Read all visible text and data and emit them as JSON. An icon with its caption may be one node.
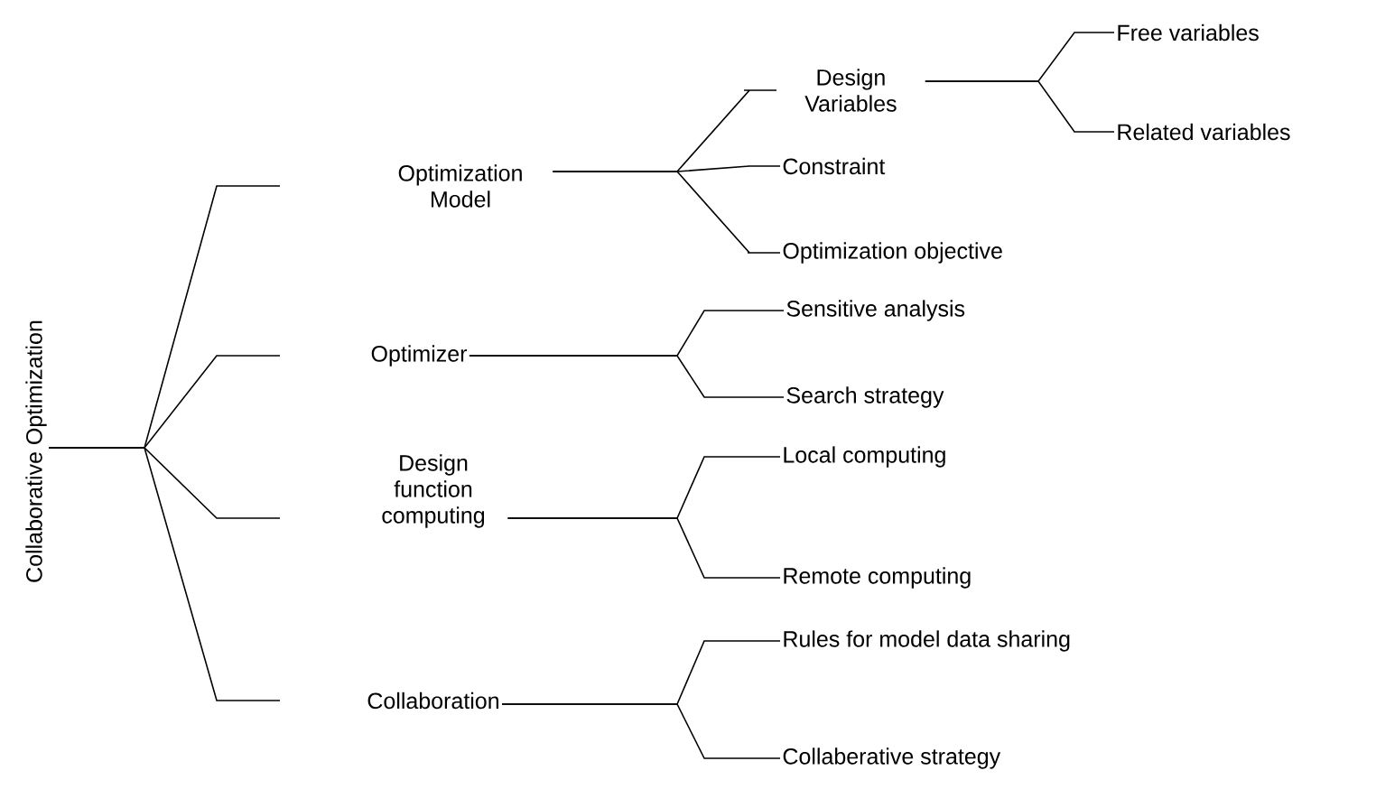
{
  "diagram": {
    "nodes": [
      {
        "text": [
          "Collaborative Optimization"
        ]
      },
      {
        "text": [
          "Optimization Model"
        ]
      },
      {
        "text": [
          "Optimizer"
        ]
      },
      {
        "text": [
          "Design function computing"
        ]
      },
      {
        "text": [
          "Collaboration"
        ]
      },
      {
        "text": [
          "Design Variables"
        ]
      },
      {
        "text": [
          "Constraint"
        ]
      },
      {
        "text": [
          "Optimization objective"
        ]
      },
      {
        "text": [
          "Free variables"
        ]
      },
      {
        "text": [
          "Related variables"
        ]
      },
      {
        "text": [
          "Sensitive analysis"
        ]
      },
      {
        "text": [
          "Search strategy"
        ]
      },
      {
        "text": [
          "Local computing"
        ]
      },
      {
        "text": [
          "Remote computing"
        ]
      },
      {
        "text": [
          "Rules for model data sharing"
        ]
      },
      {
        "text": [
          "Collaberative strategy"
        ]
      }
    ],
    "edges": [
      {
        "from": 0,
        "to": 1,
        "arrow": "none"
      },
      {
        "from": 0,
        "to": 2,
        "arrow": "none"
      },
      {
        "from": 0,
        "to": 3,
        "arrow": "none"
      },
      {
        "from": 0,
        "to": 4,
        "arrow": "none"
      },
      {
        "from": 1,
        "to": 5,
        "arrow": "none"
      },
      {
        "from": 1,
        "to": 6,
        "arrow": "none"
      },
      {
        "from": 1,
        "to": 7,
        "arrow": "none"
      },
      {
        "from": 5,
        "to": 8,
        "arrow": "none"
      },
      {
        "from": 5,
        "to": 9,
        "arrow": "none"
      },
      {
        "from": 2,
        "to": 10,
        "arrow": "none"
      },
      {
        "from": 2,
        "to": 11,
        "arrow": "none"
      },
      {
        "from": 3,
        "to": 12,
        "arrow": "none"
      },
      {
        "from": 3,
        "to": 13,
        "arrow": "none"
      },
      {
        "from": 4,
        "to": 14,
        "arrow": "none"
      },
      {
        "from": 4,
        "to": 15,
        "arrow": "none"
      }
    ]
  }
}
